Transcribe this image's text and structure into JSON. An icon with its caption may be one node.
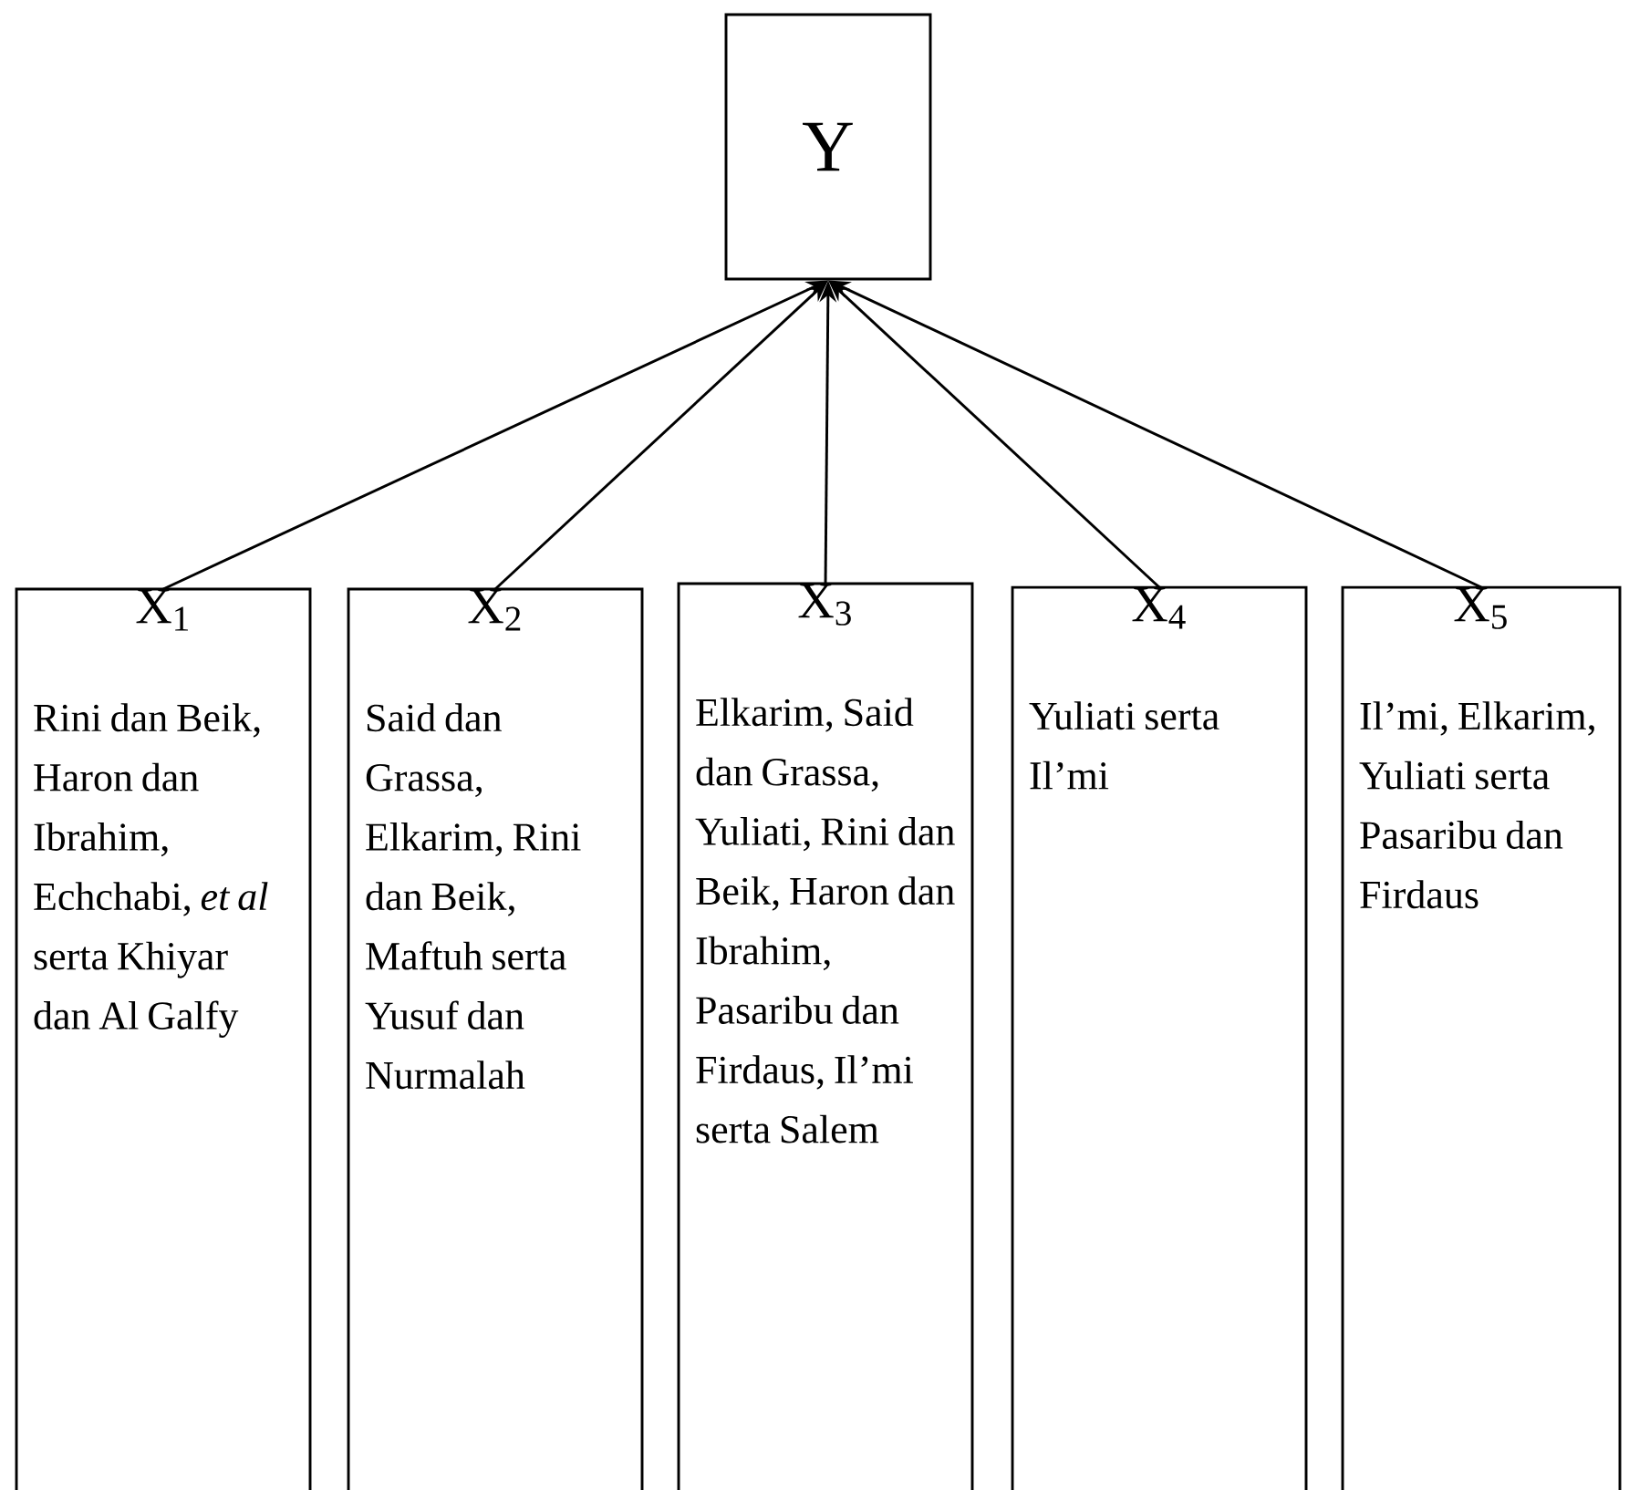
{
  "diagram": {
    "nodes": [
      {
        "text": [
          "Y"
        ]
      },
      {
        "text": [
          "X$_{1}$",
          "Rini dan Beik, Haron dan Ibrahim, Echchabi, *et al* serta Khiyar dan Al Galfy"
        ]
      },
      {
        "text": [
          "X$_{2}$",
          "Said dan Grassa, Elkarim, Rini dan Beik, Maftuh serta Yusuf dan Nurmalah"
        ]
      },
      {
        "text": [
          "X$_{3}$",
          "Elkarim, Said dan Grassa, Yuliati, Rini dan Beik, Haron dan Ibrahim, Pasaribu dan Firdaus, Il’mi serta Salem"
        ]
      },
      {
        "text": [
          "X$_{4}$",
          "Yuliati serta Il’mi"
        ]
      },
      {
        "text": [
          "X$_{5}$",
          "Il’mi, Elkarim, Yuliati serta Pasaribu dan Firdaus"
        ]
      }
    ],
    "edges": [
      {
        "from": 1,
        "to": 0,
        "arrow": "to"
      },
      {
        "from": 2,
        "to": 0,
        "arrow": "to"
      },
      {
        "from": 3,
        "to": 0,
        "arrow": "to"
      },
      {
        "from": 4,
        "to": 0,
        "arrow": "to"
      },
      {
        "from": 5,
        "to": 0,
        "arrow": "to"
      }
    ]
  }
}
